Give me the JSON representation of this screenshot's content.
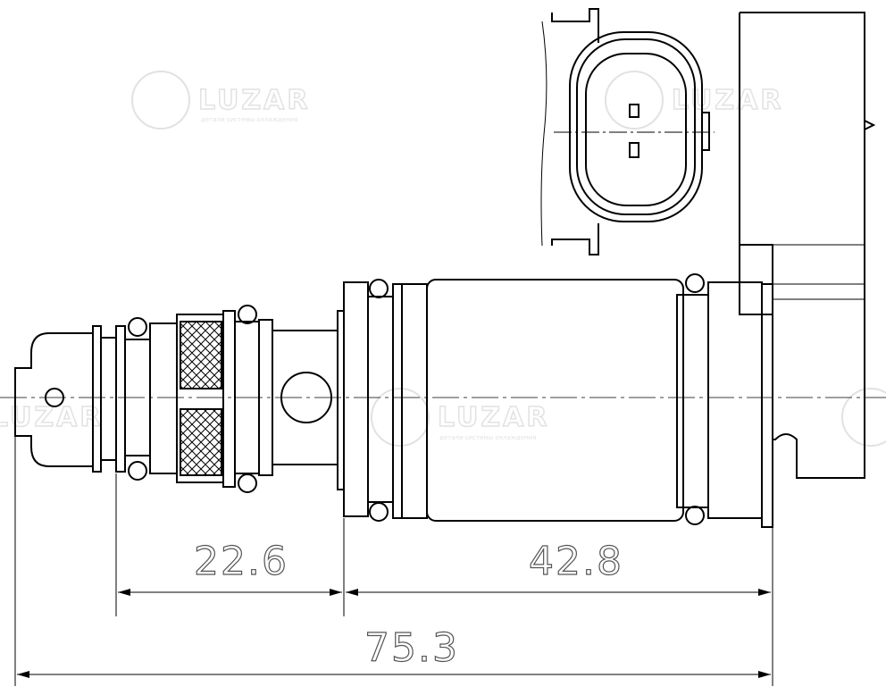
{
  "drawing": {
    "dimensions": [
      {
        "id": "inlet-length",
        "label": "22.6"
      },
      {
        "id": "body-length",
        "label": "42.8"
      },
      {
        "id": "overall-length",
        "label": "75.3"
      }
    ],
    "watermark": {
      "brand": "LUZAR",
      "tagline": "детали системы охлаждения"
    }
  }
}
